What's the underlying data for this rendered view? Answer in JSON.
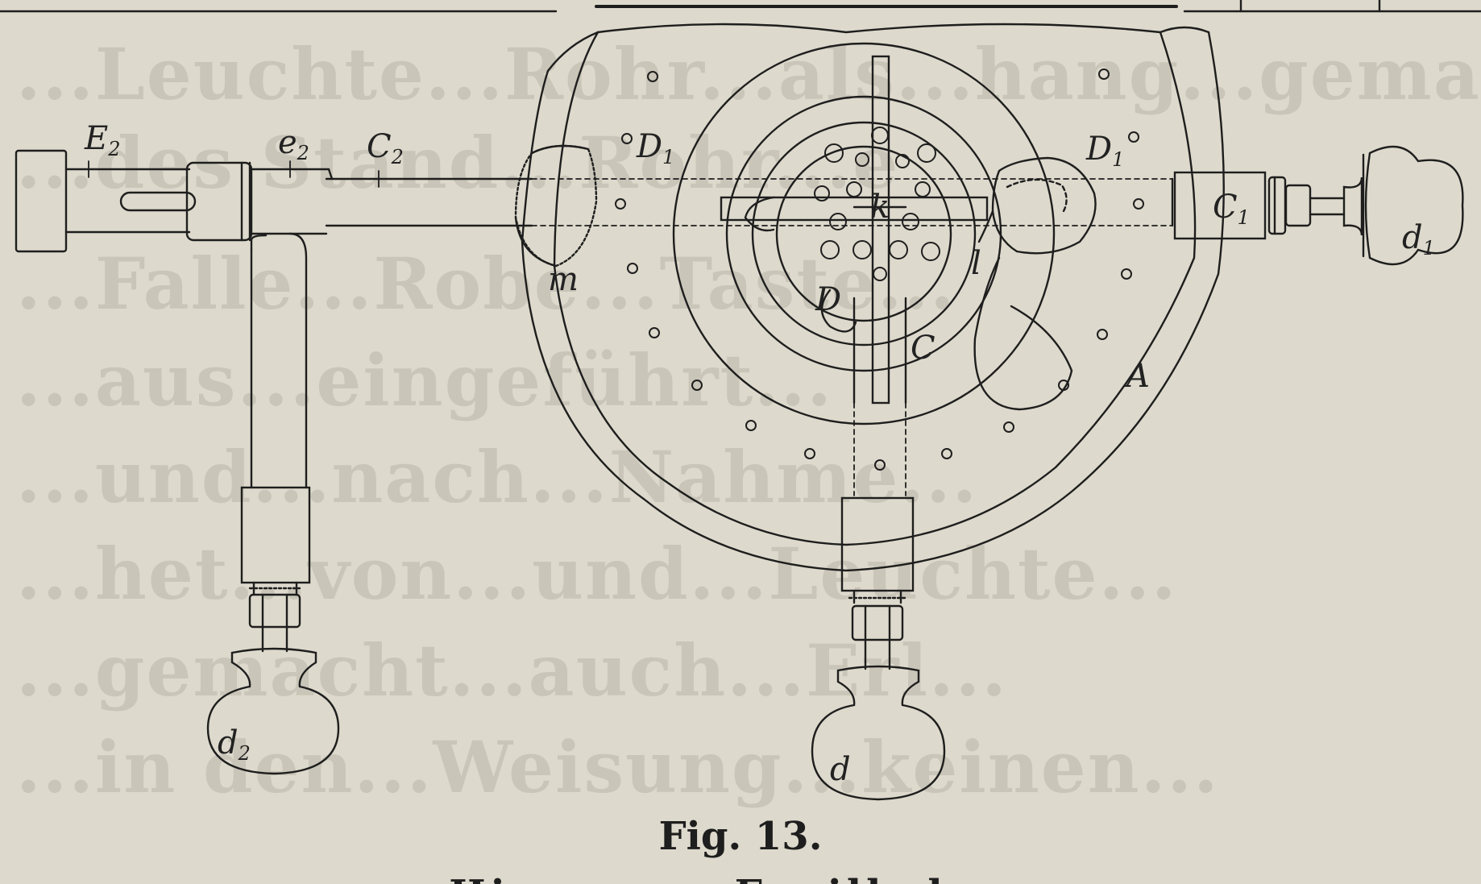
{
  "caption": "Fig. 13.",
  "caption_tail": "Hi... - ... - Feuilleda...",
  "background_bleed": [
    "...Leuchte...Rohr...als...hang...gemacht...e",
    "...des Stand...Rohr...e",
    "...Falle...Robe...Taste...",
    "...aus...eingeführt...",
    "...und...nach...Nahme...",
    "...het...von...und...Leuchte...",
    "...gemacht...auch...Erl...",
    "...in den...Weisung...keinen..."
  ],
  "labels": {
    "E2": "E",
    "E2_sub": "2",
    "e2": "e",
    "e2_sub": "2",
    "C2": "C",
    "C2_sub": "2",
    "D1_left": "D",
    "D1_left_sub": "1",
    "D1_right": "D",
    "D1_right_sub": "1",
    "k": "k",
    "l": "l",
    "m": "m",
    "D": "D",
    "C": "C",
    "A": "A",
    "C1": "C",
    "C1_sub": "1",
    "d1": "d",
    "d1_sub": "1",
    "d2": "d",
    "d2_sub": "2",
    "d": "d"
  },
  "colors": {
    "paper": "#ddd9cc",
    "ink": "#1e1e1e",
    "bleed": "#c9c5b8"
  }
}
